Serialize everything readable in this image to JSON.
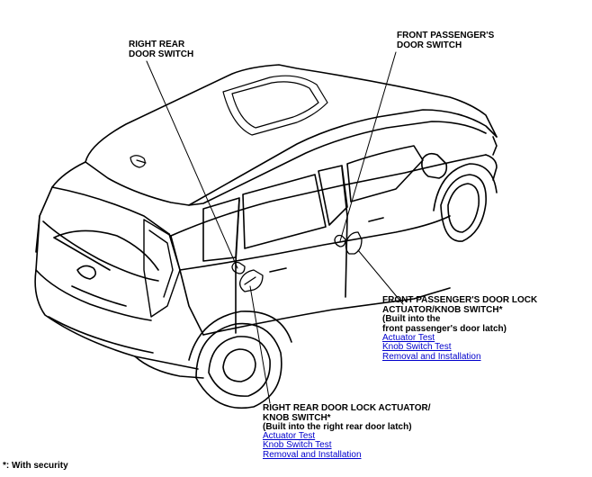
{
  "labels": {
    "right_rear_door_switch": [
      "RIGHT REAR",
      "DOOR SWITCH"
    ],
    "front_passenger_door_switch": [
      "FRONT PASSENGER'S",
      "DOOR SWITCH"
    ],
    "front_lock_actuator": {
      "title": [
        "FRONT PASSENGER'S DOOR LOCK",
        "ACTUATOR/KNOB SWITCH*",
        "(Built into the",
        "front passenger's door latch)"
      ],
      "links": [
        "Actuator Test",
        "Knob Switch Test",
        "Removal and Installation"
      ]
    },
    "rear_lock_actuator": {
      "title": [
        "RIGHT REAR DOOR LOCK ACTUATOR/",
        "KNOB SWITCH*",
        "(Built into the right rear door latch)"
      ],
      "links": [
        "Actuator Test",
        "Knob Switch Test",
        "Removal and Installation"
      ]
    }
  },
  "footnote": "*: With security"
}
